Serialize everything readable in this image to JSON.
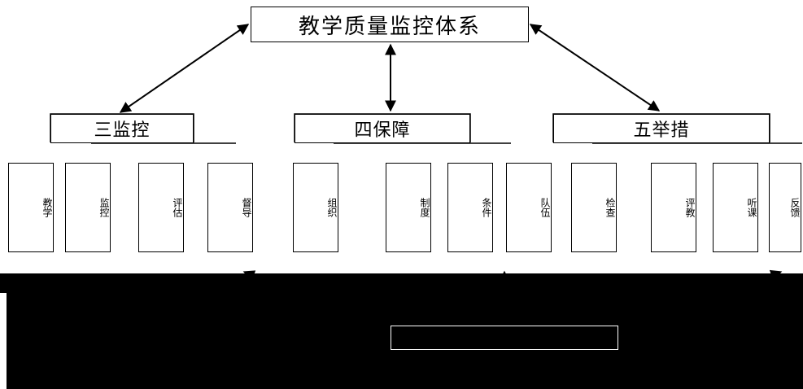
{
  "title": "教学质量监控体系",
  "groups": [
    {
      "label": "三监控",
      "leaves": [
        "教学",
        "监控",
        "评估",
        "督导"
      ]
    },
    {
      "label": "四保障",
      "leaves": [
        "组织",
        "制度",
        "条件",
        "队伍"
      ]
    },
    {
      "label": "五举措",
      "leaves": [
        "检查",
        "评教",
        "听课",
        "反馈"
      ]
    }
  ],
  "bottom": {
    "caption": "",
    "box_label": ""
  },
  "colors": {
    "line": "#000000",
    "background": "#ffffff",
    "band": "#000000"
  }
}
